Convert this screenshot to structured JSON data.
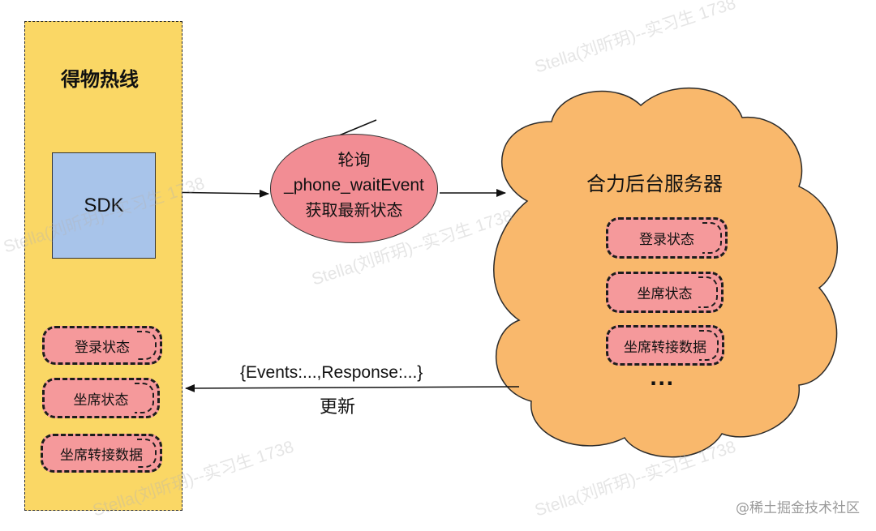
{
  "left_panel": {
    "title": "得物热线",
    "sdk_label": "SDK",
    "states": [
      "登录状态",
      "坐席状态",
      "坐席转接数据"
    ]
  },
  "polling": {
    "line1": "轮询",
    "line2": "_phone_waitEvent",
    "line3": "获取最新状态"
  },
  "server_cloud": {
    "title": "合力后台服务器",
    "states": [
      "登录状态",
      "坐席状态",
      "坐席转接数据"
    ],
    "ellipsis": "..."
  },
  "response": {
    "payload": "{Events:...,Response:...}",
    "label": "更新"
  },
  "watermarks": [
    "Stella(刘昕玥)--实习生 1738",
    "Stella(刘昕玥)--实习生 1738",
    "Stella(刘昕玥)--实习生 1738",
    "Stella(刘昕玥)--实习生 1738",
    "Stella(刘昕玥)--实习生 1738"
  ],
  "corner_mark": "@稀土掘金技术社区",
  "colors": {
    "panel": "#fad765",
    "sdk": "#a8c4ea",
    "pill": "#f5999b",
    "ellipse": "#f28d94",
    "cloud": "#f9b86c"
  }
}
